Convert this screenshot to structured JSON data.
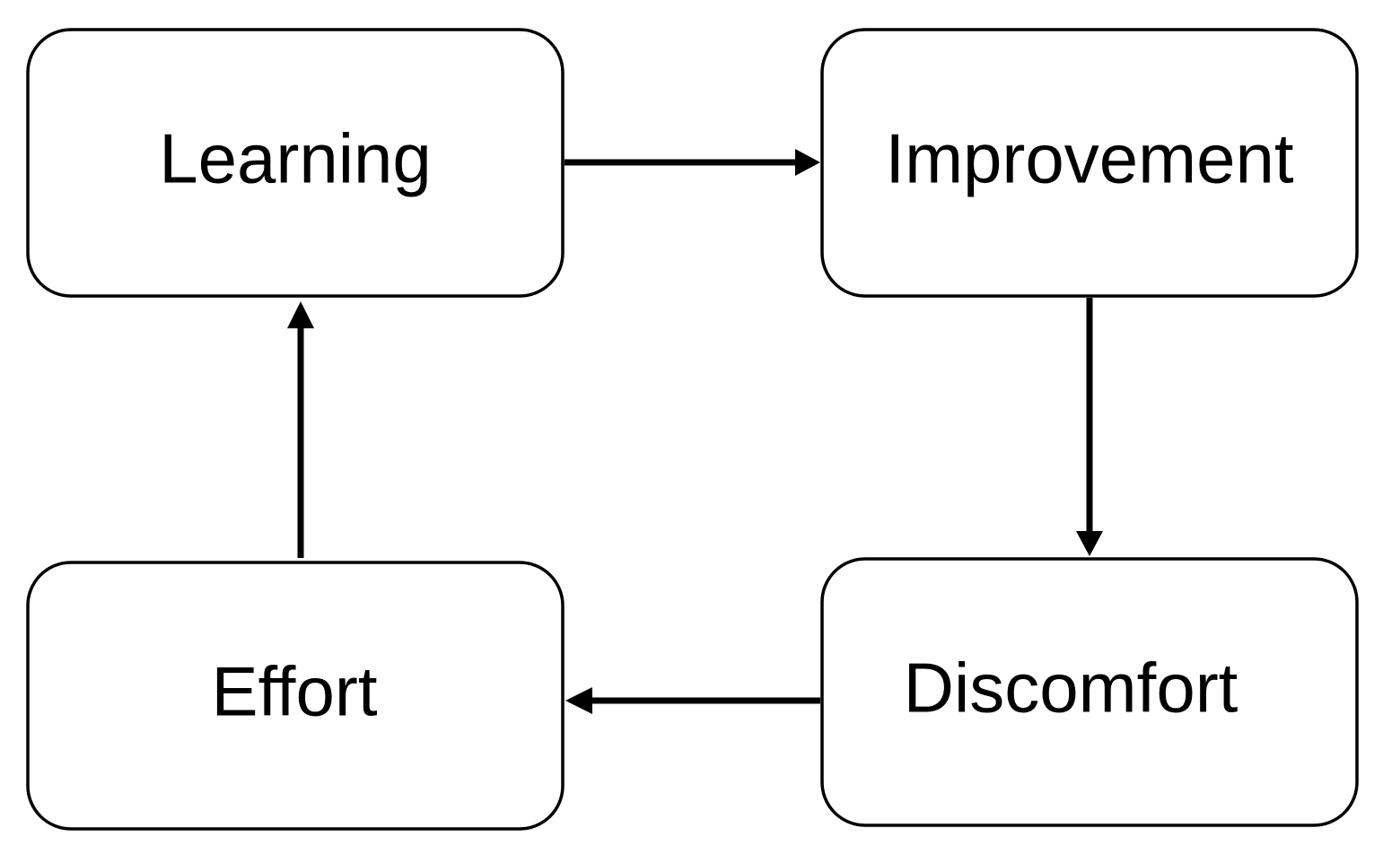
{
  "nodes": {
    "learning": {
      "label": "Learning"
    },
    "improvement": {
      "label": "Improvement"
    },
    "discomfort": {
      "label": "Discomfort"
    },
    "effort": {
      "label": "Effort"
    }
  },
  "edges": [
    {
      "from": "learning",
      "to": "improvement"
    },
    {
      "from": "improvement",
      "to": "discomfort"
    },
    {
      "from": "discomfort",
      "to": "effort"
    },
    {
      "from": "effort",
      "to": "learning"
    }
  ],
  "colors": {
    "stroke": "#000000",
    "fill": "#ffffff",
    "text": "#000000"
  }
}
